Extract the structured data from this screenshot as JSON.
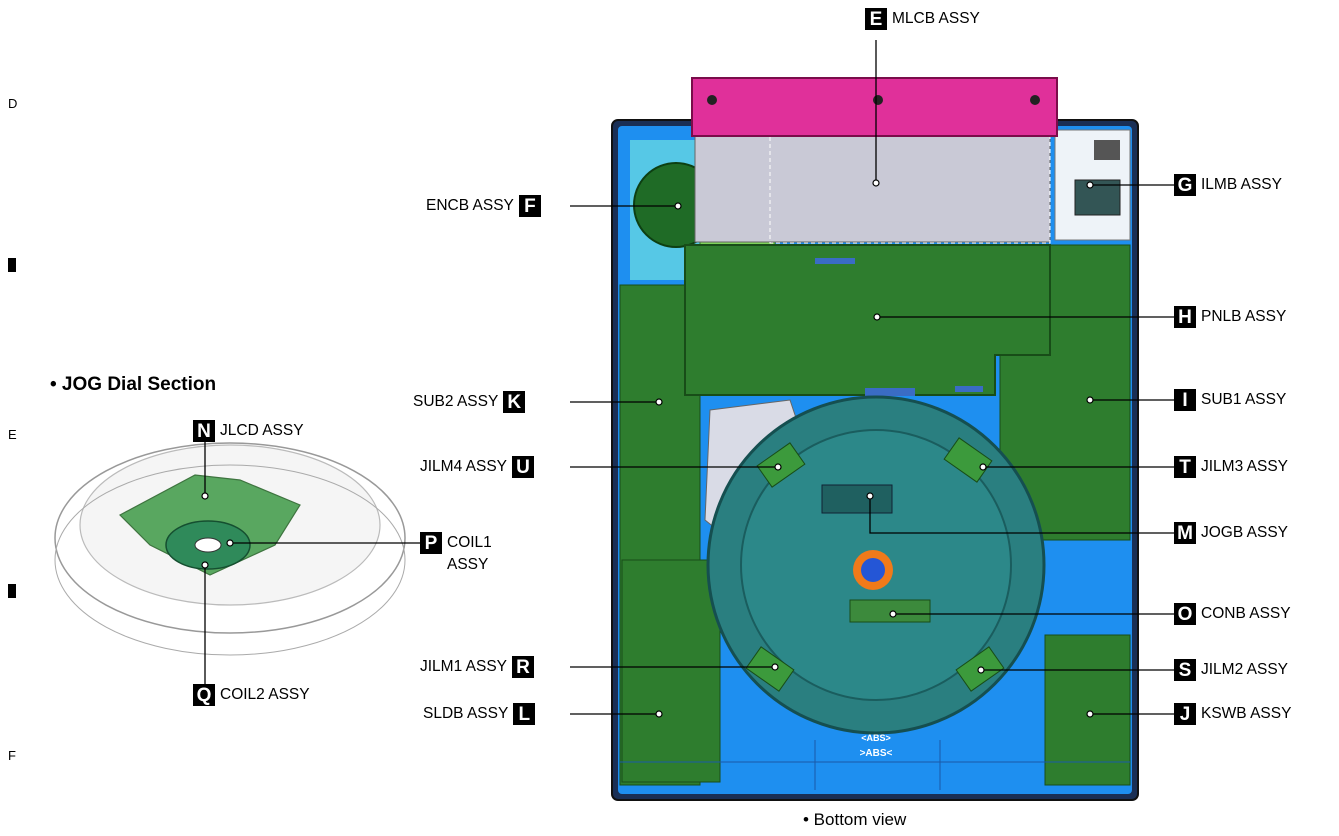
{
  "row_markers": [
    "D",
    "E",
    "F"
  ],
  "jog_section": {
    "title": "• JOG Dial Section"
  },
  "caption": "• Bottom view",
  "callouts": {
    "E": {
      "letter": "E",
      "name": "MLCB ASSY"
    },
    "F": {
      "letter": "F",
      "name": "ENCB ASSY"
    },
    "G": {
      "letter": "G",
      "name": "ILMB ASSY"
    },
    "H": {
      "letter": "H",
      "name": "PNLB ASSY"
    },
    "I": {
      "letter": "I",
      "name": "SUB1 ASSY"
    },
    "J": {
      "letter": "J",
      "name": "KSWB ASSY"
    },
    "K": {
      "letter": "K",
      "name": "SUB2 ASSY"
    },
    "L": {
      "letter": "L",
      "name": "SLDB ASSY"
    },
    "M": {
      "letter": "M",
      "name": "JOGB ASSY"
    },
    "N": {
      "letter": "N",
      "name": "JLCD ASSY"
    },
    "O": {
      "letter": "O",
      "name": "CONB ASSY"
    },
    "P": {
      "letter": "P",
      "name": "COIL1",
      "name2": "ASSY"
    },
    "Q": {
      "letter": "Q",
      "name": "COIL2 ASSY"
    },
    "R": {
      "letter": "R",
      "name": "JILM1 ASSY"
    },
    "S": {
      "letter": "S",
      "name": "JILM2 ASSY"
    },
    "T": {
      "letter": "T",
      "name": "JILM3 ASSY"
    },
    "U": {
      "letter": "U",
      "name": "JILM4 ASSY"
    }
  },
  "panel_marks": {
    "abs_text_1": "<ABS>",
    "abs_text_2": ">ABS<"
  },
  "colors": {
    "pcb_green": "#2e7d2e",
    "pcb_dark": "#1f5e20",
    "chassis_blue": "#1e8ff0",
    "teal_platter": "#2a7f80",
    "magenta_board": "#e0309a",
    "gray_board": "#c9c9d6"
  }
}
